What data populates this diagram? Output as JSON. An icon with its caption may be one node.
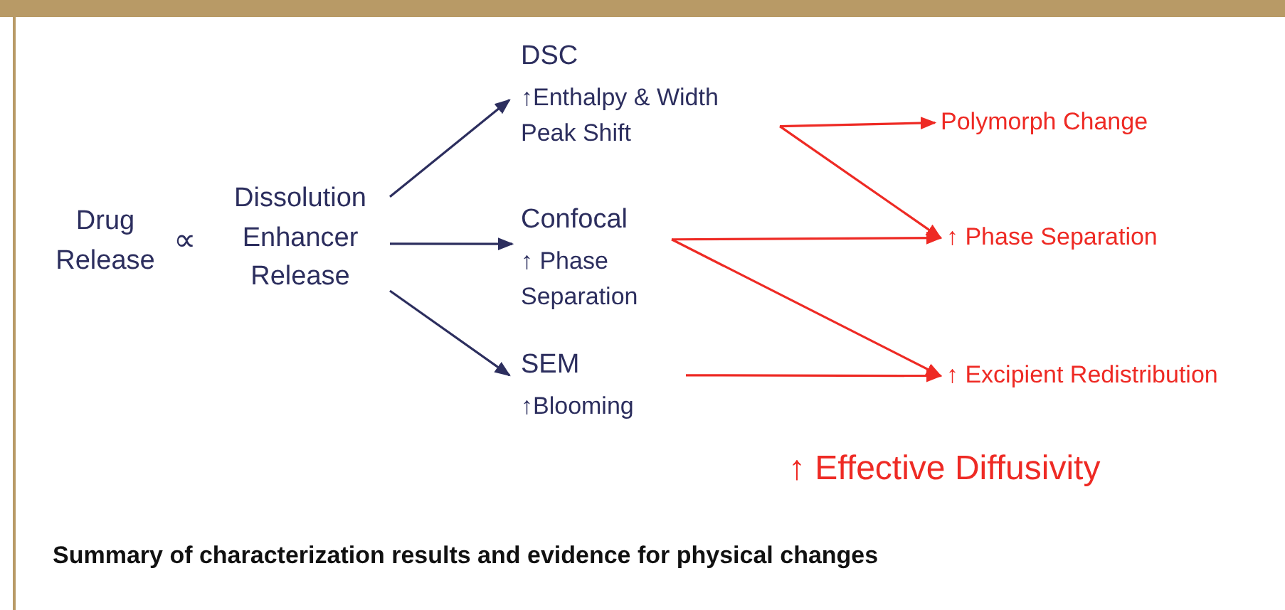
{
  "diagram": {
    "caption": "Summary of characterization results and evidence for physical changes",
    "nodes": [
      {
        "text": [
          "Drug Release"
        ]
      },
      {
        "text": [
          "Dissolution Enhancer Release"
        ]
      },
      {
        "text": [
          "DSC",
          "↑Enthalpy & Width Peak Shift"
        ]
      },
      {
        "text": [
          "Confocal",
          "↑ Phase Separation"
        ]
      },
      {
        "text": [
          "SEM",
          "↑Blooming"
        ]
      },
      {
        "text": [
          "Polymorph Change"
        ]
      },
      {
        "text": [
          "↑ Phase Separation"
        ]
      },
      {
        "text": [
          "↑ Excipient Redistribution"
        ]
      }
    ],
    "edges": [
      {
        "from": 1,
        "to": 2,
        "arrow": "to",
        "color": "#2c2e5e"
      },
      {
        "from": 1,
        "to": 3,
        "arrow": "to",
        "color": "#2c2e5e"
      },
      {
        "from": 1,
        "to": 4,
        "arrow": "to",
        "color": "#2c2e5e"
      },
      {
        "from": 2,
        "to": 5,
        "arrow": "to"
      },
      {
        "from": 2,
        "to": 6,
        "arrow": "to"
      },
      {
        "from": 3,
        "to": 6,
        "arrow": "to"
      },
      {
        "from": 3,
        "to": 7,
        "arrow": "to"
      },
      {
        "from": 4,
        "to": 7,
        "arrow": "to"
      }
    ],
    "labels": [
      "∝",
      "↑ Effective Diffusivity"
    ]
  }
}
